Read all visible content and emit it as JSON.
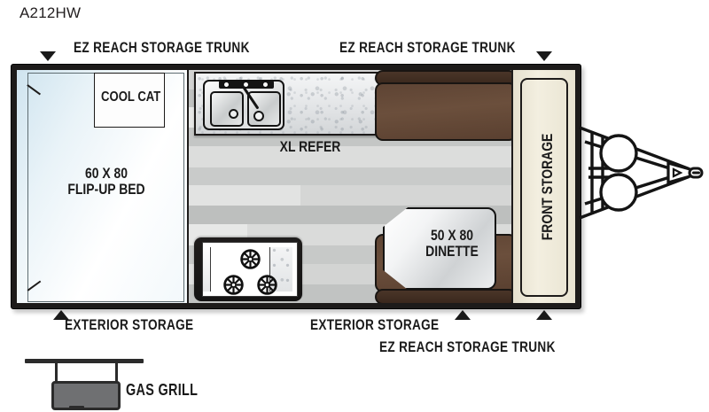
{
  "model": {
    "number": "A212HW"
  },
  "callouts": [
    {
      "id": "ez-reach-top-left",
      "text": "EZ REACH STORAGE TRUNK"
    },
    {
      "id": "ez-reach-top-right",
      "text": "EZ REACH STORAGE TRUNK"
    },
    {
      "id": "exterior-storage-left",
      "text": "EXTERIOR STORAGE"
    },
    {
      "id": "exterior-storage-right",
      "text": "EXTERIOR STORAGE"
    },
    {
      "id": "ez-reach-bottom",
      "text": "EZ REACH STORAGE TRUNK"
    }
  ],
  "rooms": {
    "bed": {
      "size": "60 X 80",
      "name": "FLIP-UP BED"
    },
    "dinette": {
      "size": "50 X 80",
      "name": "DINETTE"
    },
    "cool_cat": "COOL CAT",
    "refer": "XL REFER",
    "front_storage": "FRONT STORAGE"
  },
  "accessories": {
    "gas_grill": "GAS GRILL"
  },
  "icons": {
    "marker_down": "triangle-down-icon",
    "marker_up": "triangle-up-icon",
    "sink": "double-sink-icon",
    "faucet": "faucet-icon",
    "burner": "stove-burner-icon",
    "propane": "propane-tank-icon",
    "coupler": "hitch-coupler-icon"
  },
  "colors": {
    "wall": "#1d1b1a",
    "floor": "#c6c7c6",
    "bed": "#e9f3f8",
    "sofa_seat": "#6b4f3c",
    "sofa_back": "#3a281d",
    "front_storage": "#f3efe0",
    "counter": "#e3e5e7",
    "grill_body": "#6f7072",
    "text": "#1a1a1a"
  }
}
